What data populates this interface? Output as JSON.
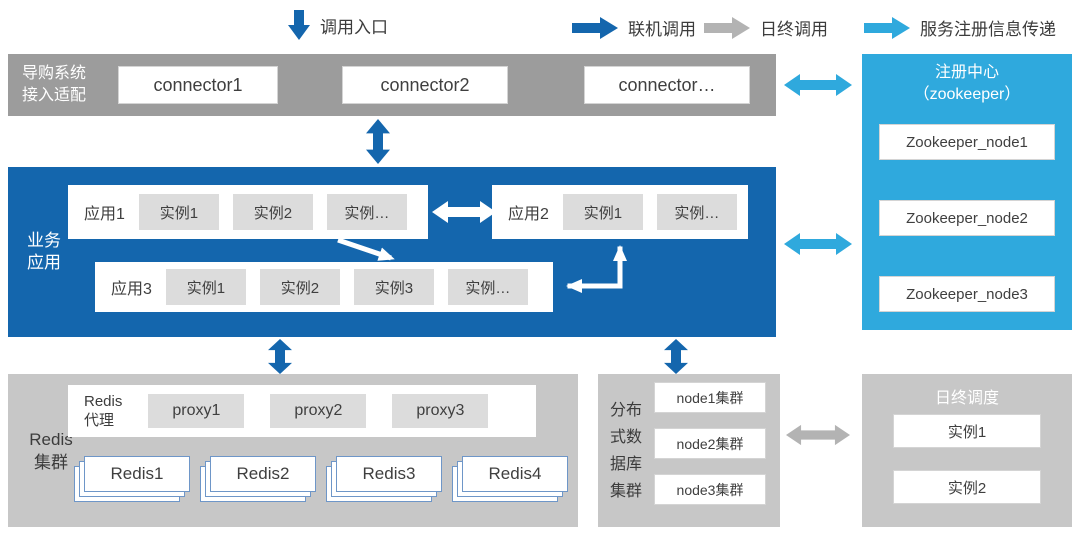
{
  "colors": {
    "dark_blue": "#1466ad",
    "light_blue": "#2fa9dd",
    "band_gray": "#9c9c9c",
    "panel_gray": "#c7c7c7",
    "arrow_gray": "#b3b3b3",
    "chip_gray": "#dcdcdc"
  },
  "legend": {
    "call_entry": "调用入口",
    "online_call": "联机调用",
    "eod_call": "日终调用",
    "registry_transfer": "服务注册信息传递"
  },
  "connector_band": {
    "label_lines": [
      "导购系统",
      "接入适配"
    ],
    "items": [
      "connector1",
      "connector2",
      "connector…"
    ]
  },
  "registry": {
    "title_lines": [
      "注册中心",
      "（zookeeper）"
    ],
    "nodes": [
      "Zookeeper_node1",
      "Zookeeper_node2",
      "Zookeeper_node3"
    ]
  },
  "business": {
    "label_lines": [
      "业务",
      "应用"
    ],
    "apps": [
      {
        "name": "应用1",
        "instances": [
          "实例1",
          "实例2",
          "实例…"
        ]
      },
      {
        "name": "应用2",
        "instances": [
          "实例1",
          "实例…"
        ]
      },
      {
        "name": "应用3",
        "instances": [
          "实例1",
          "实例2",
          "实例3",
          "实例…"
        ]
      }
    ]
  },
  "redis": {
    "label_lines": [
      "Redis",
      "集群"
    ],
    "proxy_label_lines": [
      "Redis",
      "代理"
    ],
    "proxies": [
      "proxy1",
      "proxy2",
      "proxy3"
    ],
    "nodes": [
      "Redis1",
      "Redis2",
      "Redis3",
      "Redis4"
    ]
  },
  "database": {
    "label_lines": [
      "分布",
      "式数",
      "据库",
      "集群"
    ],
    "nodes": [
      "node1集群",
      "node2集群",
      "node3集群"
    ]
  },
  "eod": {
    "title": "日终调度",
    "instances": [
      "实例1",
      "实例2"
    ]
  }
}
